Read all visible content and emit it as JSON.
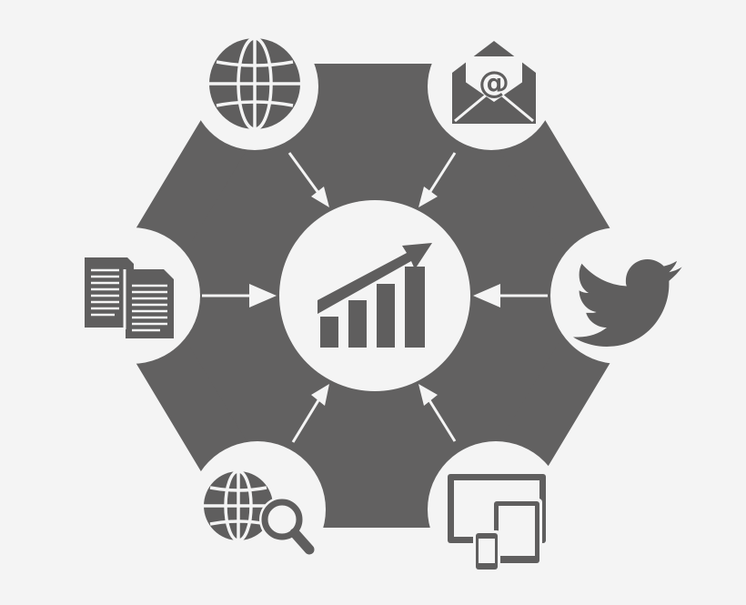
{
  "diagram": {
    "colors": {
      "background": "#f4f4f4",
      "hexagon_fill": "#626161",
      "circle_fill": "#f4f4f4",
      "icon_fill": "#5f5e5e",
      "arrow_color": "#f4f4f4"
    },
    "center_node": {
      "icon": "growth-chart-icon"
    },
    "satellite_nodes": [
      {
        "id": "web",
        "icon": "globe-icon"
      },
      {
        "id": "email",
        "icon": "email-envelope-icon"
      },
      {
        "id": "social",
        "icon": "twitter-bird-icon"
      },
      {
        "id": "devices",
        "icon": "devices-icon"
      },
      {
        "id": "search",
        "icon": "web-search-icon"
      },
      {
        "id": "documents",
        "icon": "documents-icon"
      }
    ],
    "email_symbol": "@"
  }
}
